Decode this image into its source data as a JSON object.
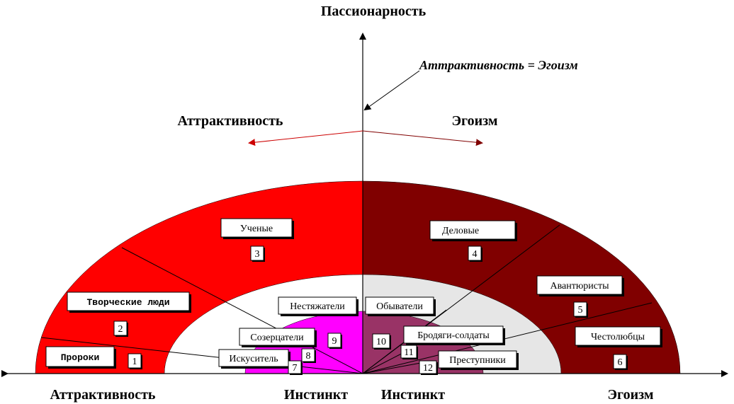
{
  "colors": {
    "left_outer": "#ff0000",
    "right_outer": "#800000",
    "left_middle": "#ffffff",
    "right_middle": "#e6e6e6",
    "left_inner": "#ff00ff",
    "right_inner": "#993366",
    "attraction_arrow": "#cc0000",
    "egoism_arrow": "#800000"
  },
  "axes": {
    "vertical": "Пассионарность",
    "left_bottom": "Аттрактивность",
    "center_left_bottom": "Инстинкт",
    "center_right_bottom": "Инстинкт",
    "right_bottom": "Эгоизм"
  },
  "upper": {
    "left": "Аттрактивность",
    "right": "Эгоизм",
    "formula": "Аттрактивность = Эгоизм"
  },
  "sectors": [
    {
      "name": "Пророки",
      "number": "1"
    },
    {
      "name": "Творческие люди",
      "number": "2"
    },
    {
      "name": "Ученые",
      "number": "3"
    },
    {
      "name": "Деловые",
      "number": "4"
    },
    {
      "name": "Авантюристы",
      "number": "5"
    },
    {
      "name": "Честолюбцы",
      "number": "6"
    },
    {
      "name": "Искуситель",
      "number": "7"
    },
    {
      "name": "Созерцатели",
      "number": "8"
    },
    {
      "name": "Нестяжатели",
      "number": "9"
    },
    {
      "name": "Обыватели",
      "number": "10"
    },
    {
      "name": "Бродяги-солдаты",
      "number": "11"
    },
    {
      "name": "Преступники",
      "number": "12"
    }
  ]
}
